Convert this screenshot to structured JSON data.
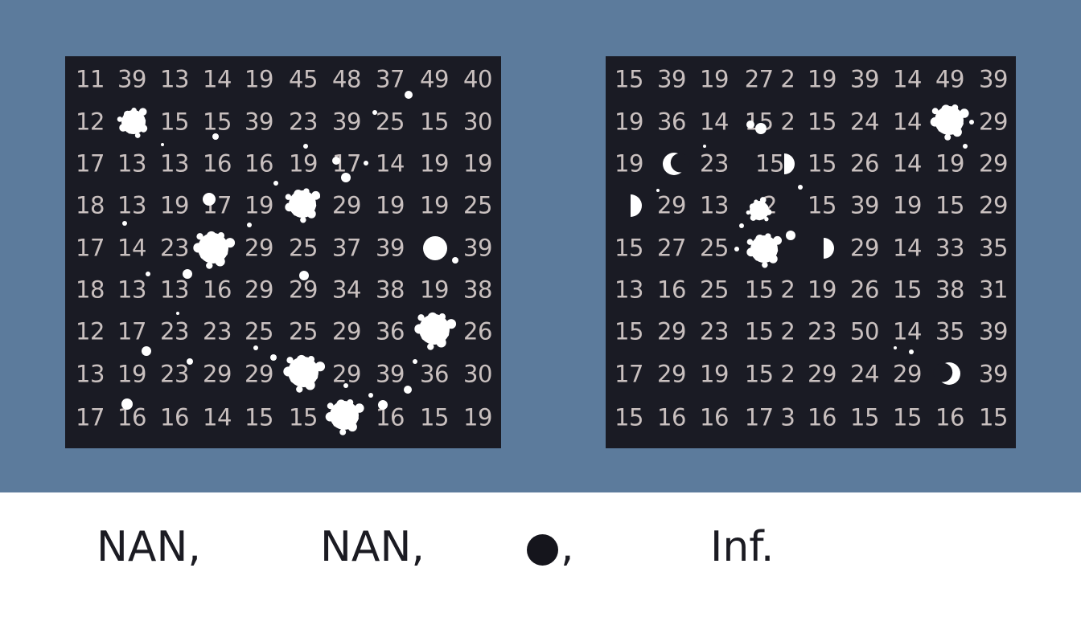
{
  "colors": {
    "background": "#5c7b9c",
    "panel": "#1a1b24",
    "cell_text": "#c9c0bf",
    "splatter": "#ffffff",
    "legend_text": "#1b1b22"
  },
  "grids": [
    {
      "rows": [
        [
          "11",
          "39",
          "13",
          "14",
          "19",
          "45",
          "48",
          "37",
          "49",
          "40"
        ],
        [
          "12",
          "",
          "15",
          "15",
          "39",
          "23",
          "39",
          "25",
          "15",
          "30"
        ],
        [
          "17",
          "13",
          "13",
          "16",
          "16",
          "19",
          "17",
          "14",
          "19",
          "19"
        ],
        [
          "18",
          "13",
          "19",
          "17",
          "19",
          "",
          "29",
          "19",
          "19",
          "25"
        ],
        [
          "17",
          "14",
          "23",
          "",
          "29",
          "25",
          "37",
          "39",
          "",
          "39"
        ],
        [
          "18",
          "13",
          "13",
          "16",
          "29",
          "29",
          "34",
          "38",
          "19",
          "38"
        ],
        [
          "12",
          "17",
          "23",
          "23",
          "25",
          "25",
          "29",
          "36",
          "",
          "26"
        ],
        [
          "13",
          "19",
          "23",
          "29",
          "29",
          "",
          "29",
          "39",
          "36",
          "30"
        ],
        [
          "17",
          "16",
          "16",
          "14",
          "15",
          "15",
          "",
          "16",
          "15",
          "19"
        ]
      ]
    },
    {
      "rows": [
        [
          "15",
          "39",
          "19",
          "27 2",
          "19",
          "39",
          "14",
          "49",
          "39"
        ],
        [
          "19",
          "36",
          "14",
          "15 2",
          "15",
          "24",
          "14",
          "",
          "29"
        ],
        [
          "19",
          "",
          "23",
          "15",
          "15",
          "26",
          "14",
          "19",
          "29"
        ],
        [
          "",
          "29",
          "13",
          "2",
          "15",
          "39",
          "19",
          "15",
          "29"
        ],
        [
          "15",
          "27",
          "25",
          "7",
          "",
          "29",
          "14",
          "33",
          "35"
        ],
        [
          "13",
          "16",
          "25",
          "15 2",
          "19",
          "26",
          "15",
          "38",
          "31"
        ],
        [
          "15",
          "29",
          "23",
          "15 2",
          "23",
          "50",
          "14",
          "35",
          "39"
        ],
        [
          "17",
          "29",
          "19",
          "15 2",
          "29",
          "24",
          "29",
          "",
          "39"
        ],
        [
          "15",
          "16",
          "16",
          "17 3",
          "16",
          "15",
          "15",
          "16",
          "15"
        ]
      ]
    }
  ],
  "legend": [
    {
      "kind": "text",
      "text": "NAN,"
    },
    {
      "kind": "text",
      "text": "NAN,"
    },
    {
      "kind": "dot",
      "icon": "filled-circle-icon",
      "suffix": ","
    },
    {
      "kind": "text",
      "text": "Inf."
    }
  ]
}
